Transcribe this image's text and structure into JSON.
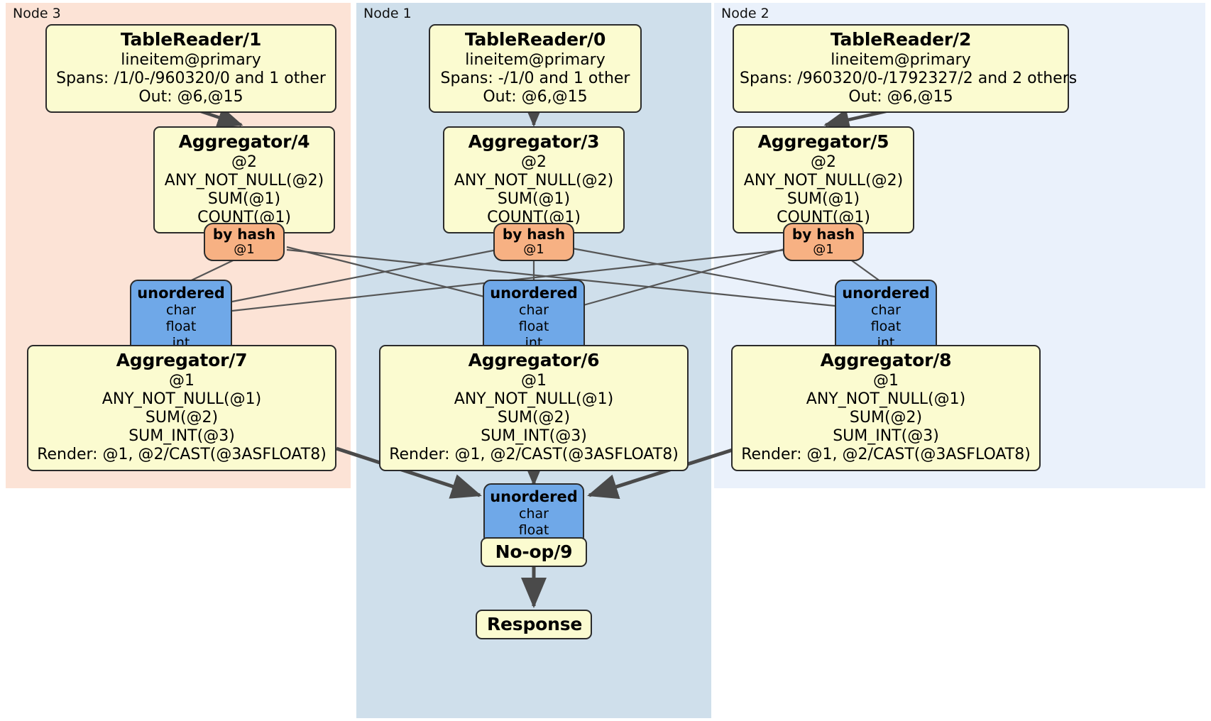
{
  "diagram": {
    "type": "distributed-query-execution-plan",
    "panels": [
      {
        "id": "node3",
        "label": "Node 3",
        "color": "#fce3d6"
      },
      {
        "id": "node1",
        "label": "Node 1",
        "color": "#cfdfeb"
      },
      {
        "id": "node2",
        "label": "Node 2",
        "color": "#eaf1fb"
      }
    ],
    "colors": {
      "processor_fill": "#fbfbd0",
      "hash_router_fill": "#f7b183",
      "unordered_router_fill": "#6fa8e8",
      "border": "#2b2b2b",
      "edge": "#4a4a4a"
    },
    "table_readers": [
      {
        "title": "TableReader/1",
        "table": "lineitem@primary",
        "spans": "Spans: /1/0-/960320/0 and 1 other",
        "out": "Out: @6,@15"
      },
      {
        "title": "TableReader/0",
        "table": "lineitem@primary",
        "spans": "Spans: -/1/0 and 1 other",
        "out": "Out: @6,@15"
      },
      {
        "title": "TableReader/2",
        "table": "lineitem@primary",
        "spans": "Spans: /960320/0-/1792327/2 and 2 others",
        "out": "Out: @6,@15"
      }
    ],
    "stage1_aggregators": [
      {
        "title": "Aggregator/4",
        "group": "@2",
        "aggs": [
          "ANY_NOT_NULL(@2)",
          "SUM(@1)",
          "COUNT(@1)"
        ]
      },
      {
        "title": "Aggregator/3",
        "group": "@2",
        "aggs": [
          "ANY_NOT_NULL(@2)",
          "SUM(@1)",
          "COUNT(@1)"
        ]
      },
      {
        "title": "Aggregator/5",
        "group": "@2",
        "aggs": [
          "ANY_NOT_NULL(@2)",
          "SUM(@1)",
          "COUNT(@1)"
        ]
      }
    ],
    "hash_routers": [
      {
        "title": "by hash",
        "column": "@1"
      },
      {
        "title": "by hash",
        "column": "@1"
      },
      {
        "title": "by hash",
        "column": "@1"
      }
    ],
    "unordered_receivers": [
      {
        "title": "unordered",
        "types": [
          "char",
          "float",
          "int"
        ]
      },
      {
        "title": "unordered",
        "types": [
          "char",
          "float",
          "int"
        ]
      },
      {
        "title": "unordered",
        "types": [
          "char",
          "float",
          "int"
        ]
      }
    ],
    "stage2_aggregators": [
      {
        "title": "Aggregator/7",
        "group": "@1",
        "aggs": [
          "ANY_NOT_NULL(@1)",
          "SUM(@2)",
          "SUM_INT(@3)"
        ],
        "render": "Render: @1, @2/CAST(@3ASFLOAT8)"
      },
      {
        "title": "Aggregator/6",
        "group": "@1",
        "aggs": [
          "ANY_NOT_NULL(@1)",
          "SUM(@2)",
          "SUM_INT(@3)"
        ],
        "render": "Render: @1, @2/CAST(@3ASFLOAT8)"
      },
      {
        "title": "Aggregator/8",
        "group": "@1",
        "aggs": [
          "ANY_NOT_NULL(@1)",
          "SUM(@2)",
          "SUM_INT(@3)"
        ],
        "render": "Render: @1, @2/CAST(@3ASFLOAT8)"
      }
    ],
    "final_receiver": {
      "title": "unordered",
      "types": [
        "char",
        "float"
      ]
    },
    "noop": {
      "title": "No-op/9"
    },
    "response": {
      "title": "Response"
    }
  }
}
